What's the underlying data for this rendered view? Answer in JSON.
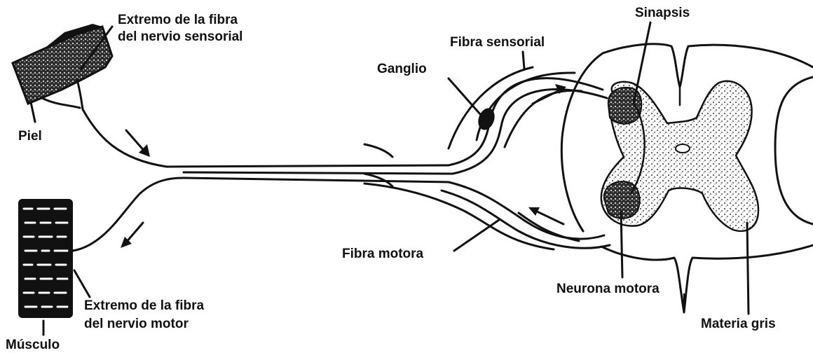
{
  "labels": {
    "sensory_end_line1": "Extremo de la fibra",
    "sensory_end_line2": "del nervio sensorial",
    "skin": "Piel",
    "ganglion": "Ganglio",
    "sensory_fiber": "Fibra sensorial",
    "synapse": "Sinapsis",
    "muscle": "Músculo",
    "motor_end_line1": "Extremo de la fibra",
    "motor_end_line2": "del nervio motor",
    "motor_fiber": "Fibra motora",
    "motor_neuron": "Neurona motora",
    "gray_matter": "Materia gris"
  },
  "colors": {
    "ink": "#111111",
    "stipple": "#8a8a8a",
    "paper": "#ffffff"
  }
}
